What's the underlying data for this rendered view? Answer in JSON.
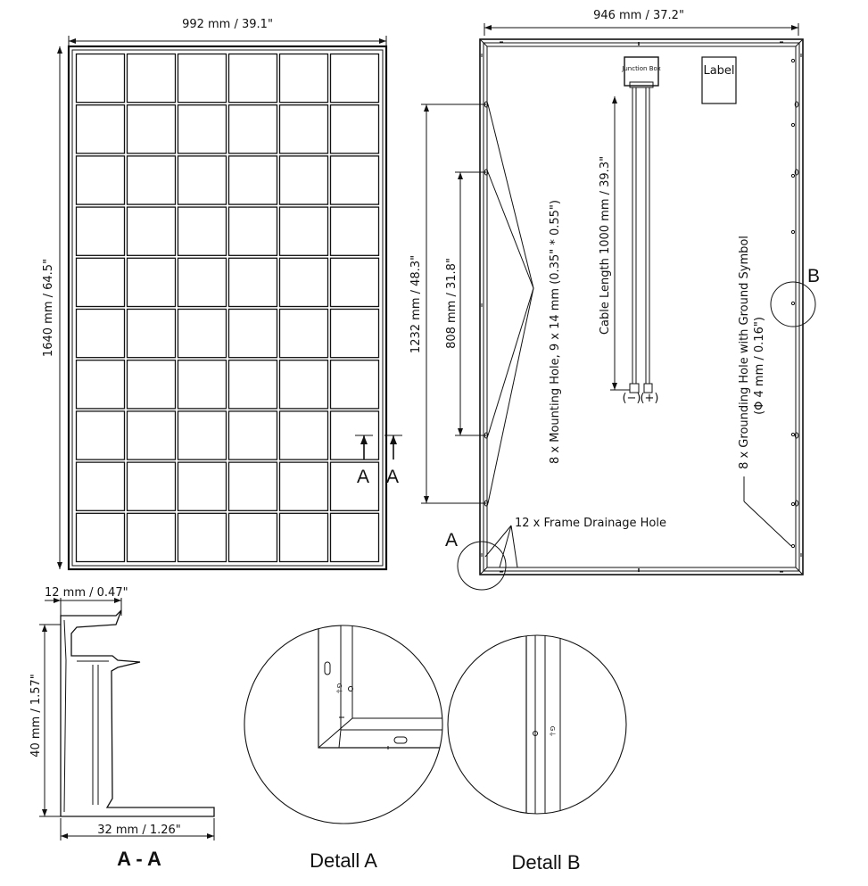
{
  "front_view": {
    "width_label": "992 mm / 39.1\"",
    "height_label": "1640 mm / 64.5\"",
    "grid": {
      "columns": 6,
      "rows": 10
    },
    "section_marks": [
      "A",
      "A"
    ]
  },
  "back_view": {
    "width_label": "946 mm / 37.2\"",
    "spacing_outer": "1232 mm / 48.3\"",
    "spacing_inner": "808 mm / 31.8\"",
    "junction_box": "Junction Box",
    "label_box": "Label",
    "cable_length": "Cable Length 1000 mm / 39.3\"",
    "polarity_neg": "(−)",
    "polarity_pos": "(+)",
    "mounting_hole": "8 x Mounting Hole, 9 x 14 mm (0.35\" * 0.55\")",
    "grounding_hole_1": "8 x Grounding Hole with Ground Symbol",
    "grounding_hole_2": "(Φ 4 mm / 0.16\")",
    "drainage_hole": "12 x Frame Drainage Hole",
    "detail_a_marker": "A",
    "detail_b_marker": "B"
  },
  "section_view": {
    "top_label": "12 mm / 0.47\"",
    "height_label": "40 mm / 1.57\"",
    "bottom_label": "32 mm / 1.26\"",
    "caption": "A - A"
  },
  "detail_a": {
    "caption": "Detall A"
  },
  "detail_b": {
    "caption": "Detall B"
  }
}
